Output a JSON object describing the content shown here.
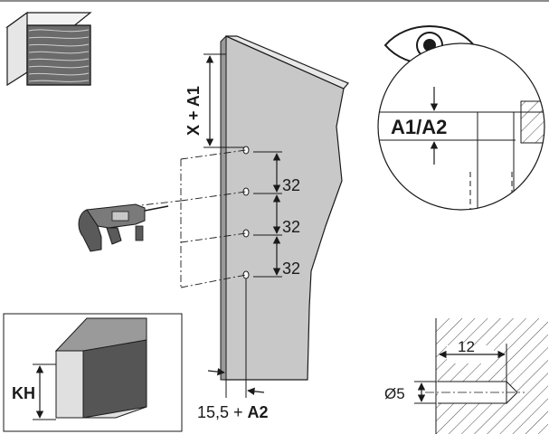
{
  "labels": {
    "x_plus": "X + ",
    "a1": "A1",
    "spacing": "32",
    "offset_prefix": "15,5 + ",
    "a2": "A2",
    "a1_a2": "A1/A2",
    "kh": "KH",
    "depth": "12",
    "diameter": "Ø5"
  },
  "colors": {
    "panel_face": "#c8c8c8",
    "panel_dark": "#9a9a9a",
    "front_dark": "#555555",
    "line": "#1a1a1a"
  },
  "icons": {
    "cabinet": "wood-cabinet-icon",
    "drill": "power-drill-icon",
    "eye": "eye-icon"
  }
}
